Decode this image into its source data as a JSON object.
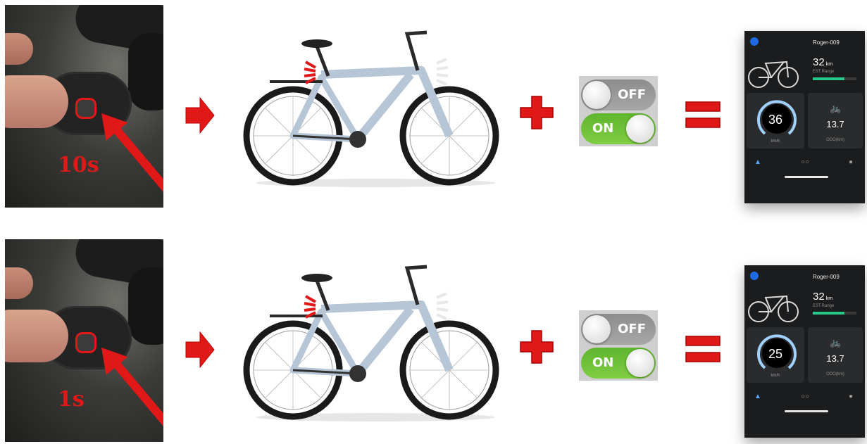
{
  "colors": {
    "accent_red": "#e01818",
    "toggle_on": "#6cc13a",
    "toggle_off": "#999999",
    "app_bg": "#1b1c1e",
    "range_bar": "#27c98a",
    "gauge": "#9fd0ff"
  },
  "steps": [
    {
      "press_duration": "10s",
      "toggle": {
        "off_label": "OFF",
        "on_label": "ON"
      },
      "app": {
        "bike_name": "Roger-009",
        "range_value": "32",
        "range_unit": "km",
        "range_label": "EST.Range",
        "range_fill": 0.72,
        "speed_value": "36",
        "speed_unit": "km/h",
        "odo_value": "13.7",
        "odo_label": "ODO(km)"
      }
    },
    {
      "press_duration": "1s",
      "toggle": {
        "off_label": "OFF",
        "on_label": "ON"
      },
      "app": {
        "bike_name": "Roger-009",
        "range_value": "32",
        "range_unit": "km",
        "range_label": "EST.Range",
        "range_fill": 0.72,
        "speed_value": "25",
        "speed_unit": "km/h",
        "odo_value": "13.7",
        "odo_label": "ODO(km)"
      }
    }
  ],
  "icons": {
    "arrow": "right-arrow-icon",
    "plus": "plus-icon",
    "equals": "equals-icon",
    "home": "home-icon",
    "bike": "bike-icon",
    "user": "user-icon",
    "cycle": "cycling-icon"
  }
}
